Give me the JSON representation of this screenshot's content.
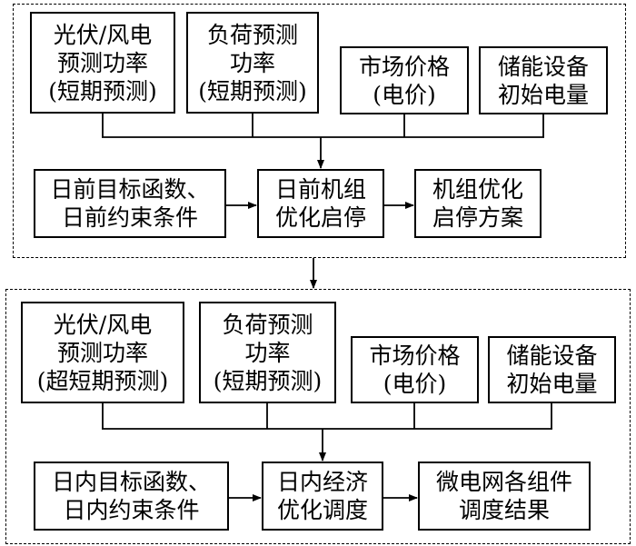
{
  "stage1": {
    "inputs": [
      {
        "lines": [
          "光伏/风电",
          "预测功率",
          "(短期预测)"
        ]
      },
      {
        "lines": [
          "负荷预测",
          "功率",
          "(短期预测)"
        ]
      },
      {
        "lines": [
          "市场价格",
          "(电价)"
        ]
      },
      {
        "lines": [
          "储能设备",
          "初始电量"
        ]
      }
    ],
    "objective": {
      "lines": [
        "日前目标函数、",
        "日前约束条件"
      ]
    },
    "process": {
      "lines": [
        "日前机组",
        "优化启停"
      ]
    },
    "result": {
      "lines": [
        "机组优化",
        "启停方案"
      ]
    }
  },
  "stage2": {
    "inputs": [
      {
        "lines": [
          "光伏/风电",
          "预测功率",
          "(超短期预测)"
        ]
      },
      {
        "lines": [
          "负荷预测",
          "功率",
          "(短期预测)"
        ]
      },
      {
        "lines": [
          "市场价格",
          "(电价)"
        ]
      },
      {
        "lines": [
          "储能设备",
          "初始电量"
        ]
      }
    ],
    "objective": {
      "lines": [
        "日内目标函数、",
        "日内约束条件"
      ]
    },
    "process": {
      "lines": [
        "日内经济",
        "优化调度"
      ]
    },
    "result": {
      "lines": [
        "微电网各组件",
        "调度结果"
      ]
    }
  }
}
